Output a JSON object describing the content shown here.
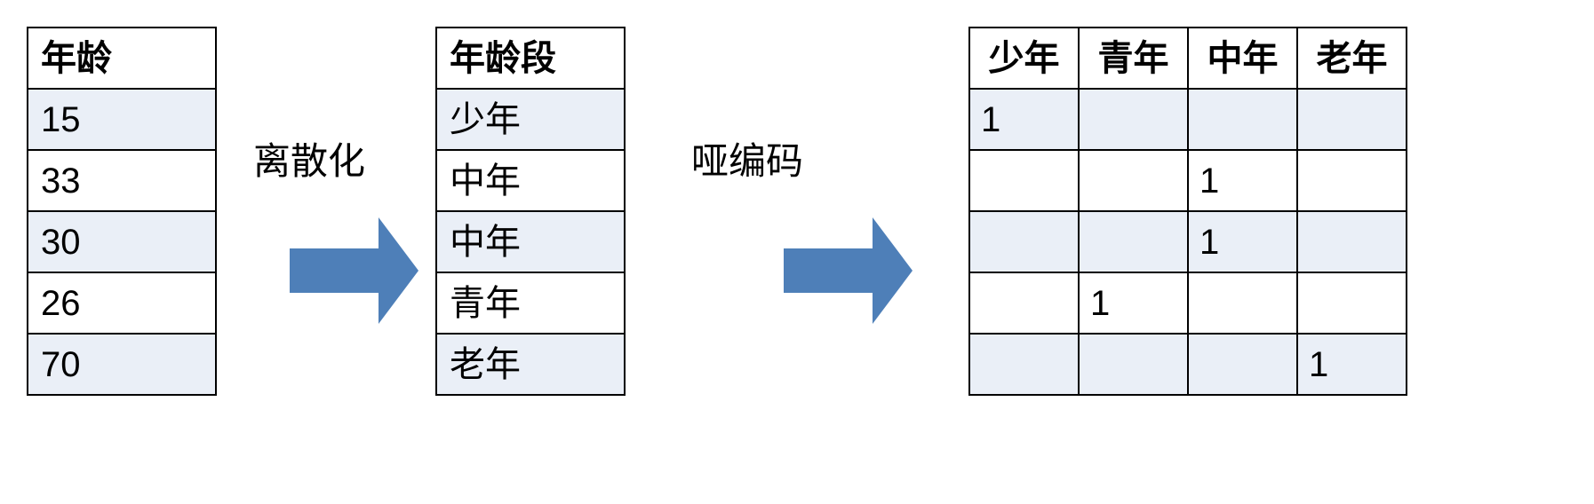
{
  "diagram": {
    "title": "",
    "accent_color": "#4e7fb8",
    "shade_color": "#eaeff7",
    "border_color": "#000000"
  },
  "table_age": {
    "name": "age-table",
    "header": "年龄",
    "rows": [
      "15",
      "33",
      "30",
      "26",
      "70"
    ]
  },
  "arrow_1": {
    "label": "离散化",
    "icon": "right-arrow-icon"
  },
  "table_ageband": {
    "name": "age-band-table",
    "header": "年龄段",
    "rows": [
      "少年",
      "中年",
      "中年",
      "青年",
      "老年"
    ]
  },
  "arrow_2": {
    "label": "哑编码",
    "icon": "right-arrow-icon"
  },
  "table_onehot": {
    "name": "one-hot-table",
    "headers": [
      "少年",
      "青年",
      "中年",
      "老年"
    ],
    "rows": [
      [
        "1",
        "",
        "",
        ""
      ],
      [
        "",
        "",
        "1",
        ""
      ],
      [
        "",
        "",
        "1",
        ""
      ],
      [
        "",
        "1",
        "",
        ""
      ],
      [
        "",
        "",
        "",
        "1"
      ]
    ]
  }
}
